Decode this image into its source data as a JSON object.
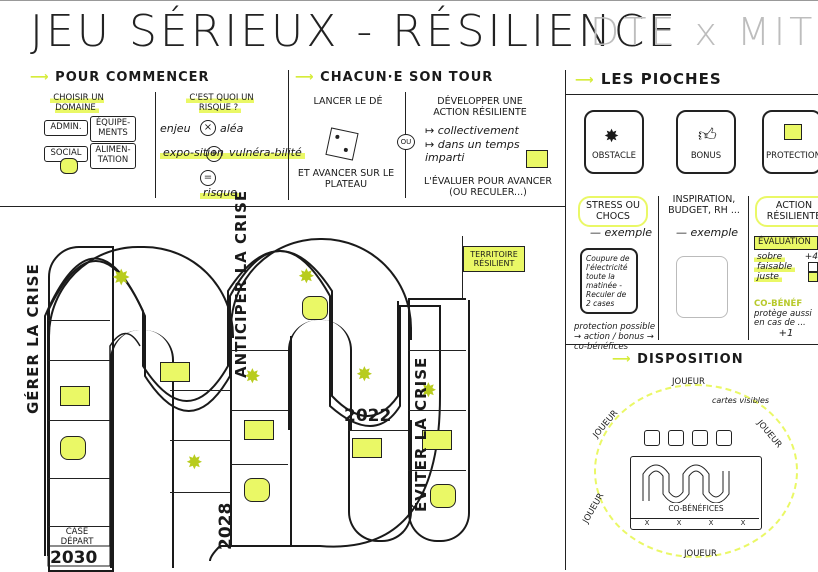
{
  "title": {
    "main": "JEU SÉRIEUX - RÉSILIENCE",
    "partners": "DTE x MIT"
  },
  "sections": {
    "pour_commencer": "POUR COMMENCER",
    "chacun_son_tour": "CHACUN·E SON TOUR",
    "les_pioches": "LES PIOCHES",
    "disposition": "DISPOSITION"
  },
  "pour_commencer": {
    "choisir": "CHOISIR UN DOMAINE",
    "risque_q": "C'EST QUOI UN RISQUE ?",
    "domains": [
      "ADMIN.",
      "ÉQUIPE-MENTS",
      "SOCIAL",
      "ALIMEN-TATION"
    ],
    "formula": {
      "enjeu": "enjeu",
      "alea": "aléa",
      "exposition": "expo-sition",
      "vulnerabilite": "vulnéra-bilité",
      "risque": "risque"
    }
  },
  "chacun_son_tour": {
    "lancer": "LANCER LE DÉ",
    "avancer": "ET AVANCER SUR LE PLATEAU",
    "ou": "OU",
    "developper": "DÉVELOPPER UNE ACTION RÉSILIENTE",
    "collectivement": "collectivement",
    "temps": "dans un temps imparti",
    "evaluer": "L'ÉVALUER POUR AVANCER (OU RECULER...)"
  },
  "pioches": {
    "cards": [
      "OBSTACLE",
      "BONUS",
      "PROTECTION"
    ],
    "labels": [
      "STRESS OU CHOCS",
      "INSPIRATION, BUDGET, RH ...",
      "ACTION RÉSILIENTE"
    ],
    "exemple": "exemple",
    "example_card": "Coupure de l'électricité toute la matinée - Reculer de 2 cases",
    "protection_text": "protection possible → action / bonus → co-bénéfices",
    "evaluation": {
      "title": "ÉVALUATION",
      "rows": [
        "sobre",
        "faisable",
        "juste"
      ],
      "values": [
        "+4",
        "",
        ""
      ]
    },
    "cobenef": {
      "title": "CO-BÉNÉF",
      "text": "protège aussi en cas de ...",
      "value": "+1"
    }
  },
  "board": {
    "gerer": "GÉRER LA CRISE",
    "anticiper": "ANTICIPER LA CRISE",
    "eviter": "ÉVITER LA CRISE",
    "territoire": "TERRITOIRE RÉSILIENT",
    "case_depart": "CASE DÉPART",
    "years": [
      "2030",
      "2028",
      "2022"
    ]
  },
  "disposition": {
    "joueur": "JOUEUR",
    "cartes_visibles": "cartes visibles",
    "co_benefices": "CO-BÉNÉFICES",
    "marks": [
      "X",
      "X",
      "X",
      "X"
    ]
  },
  "colors": {
    "accent": "#eaf866",
    "ink": "#1a1a1a"
  }
}
